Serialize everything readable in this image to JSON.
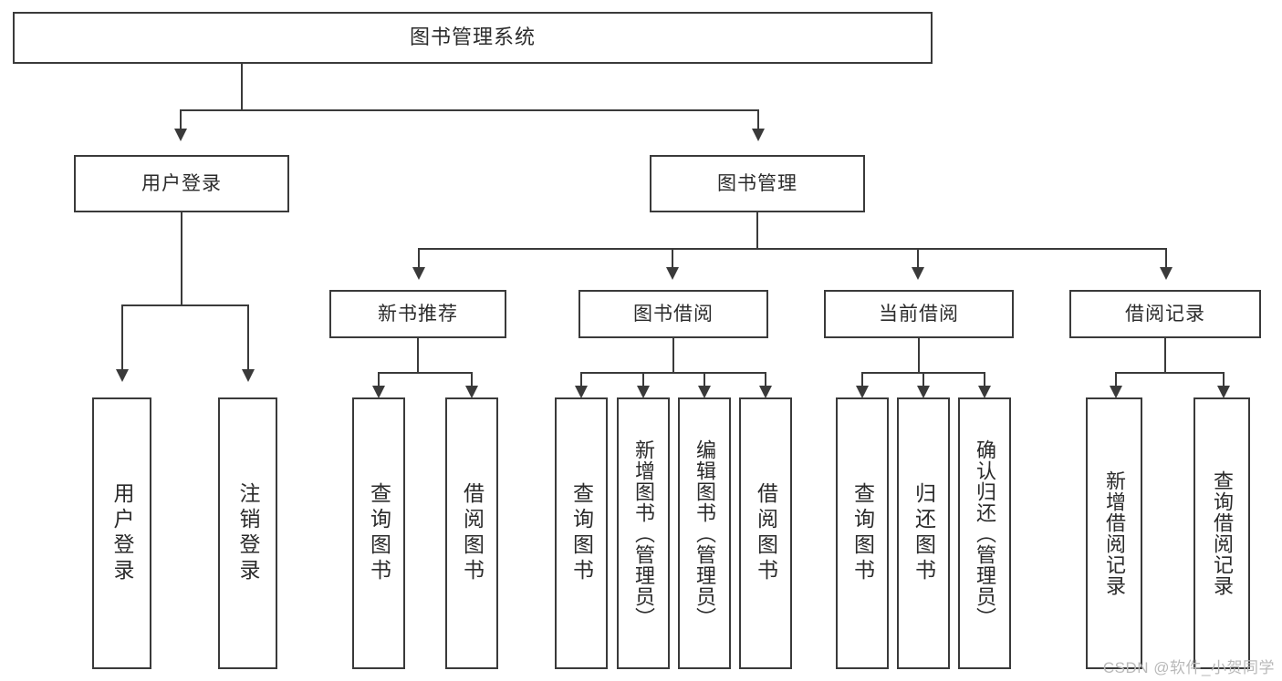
{
  "diagram": {
    "title": "图书管理系统",
    "type": "functional-decomposition-tree",
    "root": {
      "label": "图书管理系统"
    },
    "level1": [
      {
        "id": "user-login",
        "label": "用户登录"
      },
      {
        "id": "book-manage",
        "label": "图书管理"
      }
    ],
    "level2": [
      {
        "id": "new-book-recommend",
        "label": "新书推荐",
        "parent": "book-manage"
      },
      {
        "id": "book-borrow",
        "label": "图书借阅",
        "parent": "book-manage"
      },
      {
        "id": "current-borrow",
        "label": "当前借阅",
        "parent": "book-manage"
      },
      {
        "id": "borrow-record",
        "label": "借阅记录",
        "parent": "book-manage"
      }
    ],
    "leaves": {
      "user_login": [
        {
          "id": "leaf-user-login",
          "label": "用户登录"
        },
        {
          "id": "leaf-logout-login",
          "label": "注销登录"
        }
      ],
      "new_book_recommend": [
        {
          "id": "leaf-query-book-1",
          "label": "查询图书"
        },
        {
          "id": "leaf-borrow-book-1",
          "label": "借阅图书"
        }
      ],
      "book_borrow": [
        {
          "id": "leaf-query-book-2",
          "label": "查询图书"
        },
        {
          "id": "leaf-add-book",
          "label": "新增图书（管理员）"
        },
        {
          "id": "leaf-edit-book",
          "label": "编辑图书（管理员）"
        },
        {
          "id": "leaf-borrow-book-2",
          "label": "借阅图书"
        }
      ],
      "current_borrow": [
        {
          "id": "leaf-query-book-3",
          "label": "查询图书"
        },
        {
          "id": "leaf-return-book",
          "label": "归还图书"
        },
        {
          "id": "leaf-confirm-return",
          "label": "确认归还（管理员）"
        }
      ],
      "borrow_record": [
        {
          "id": "leaf-add-record",
          "label": "新增借阅记录"
        },
        {
          "id": "leaf-query-record",
          "label": "查询借阅记录"
        }
      ]
    }
  },
  "watermark": {
    "text": "CSDN @软件_小贺同学"
  },
  "colors": {
    "border": "#3a3a3a",
    "text": "#2b2b2b",
    "background": "#ffffff",
    "watermark": "#b9b9b9"
  }
}
